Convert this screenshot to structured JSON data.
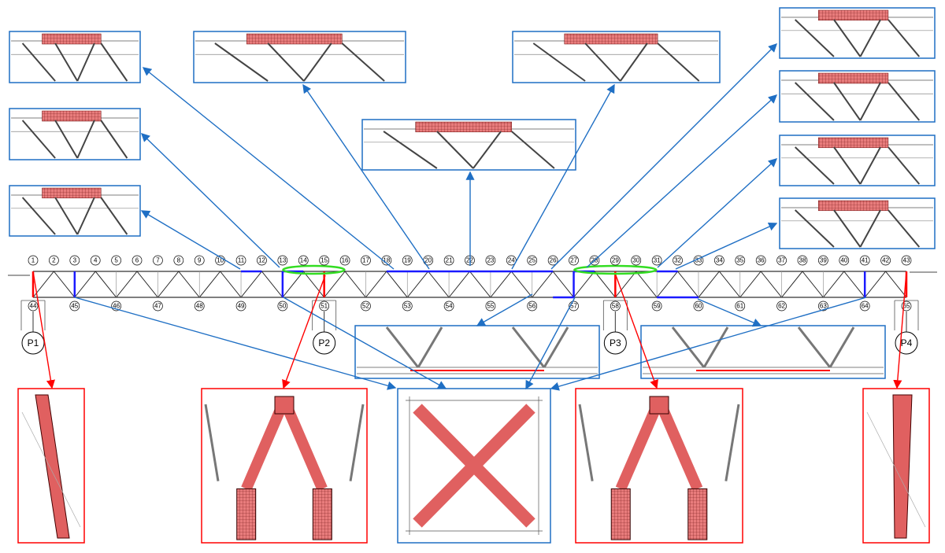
{
  "diagram": {
    "top_nodes": [
      "1",
      "2",
      "3",
      "4",
      "5",
      "6",
      "7",
      "8",
      "9",
      "10",
      "11",
      "12",
      "13",
      "14",
      "15",
      "16",
      "17",
      "18",
      "19",
      "20",
      "21",
      "22",
      "23",
      "24",
      "25",
      "26",
      "27",
      "28",
      "29",
      "30",
      "31",
      "32",
      "33",
      "34",
      "35",
      "36",
      "37",
      "38",
      "39",
      "40",
      "41",
      "42",
      "43"
    ],
    "bottom_nodes": [
      "44",
      "45",
      "46",
      "47",
      "48",
      "49",
      "50",
      "51",
      "52",
      "53",
      "54",
      "55",
      "56",
      "57",
      "58",
      "59",
      "60",
      "61",
      "62",
      "63",
      "64",
      "65"
    ],
    "piers": [
      "P1",
      "P2",
      "P3",
      "P4"
    ],
    "colors": {
      "callout_blue": "#1f6fc4",
      "member_blue": "#1a1aff",
      "member_red": "#ff0000",
      "highlight_green": "#33dd22",
      "detail_red": "#e06060"
    }
  }
}
